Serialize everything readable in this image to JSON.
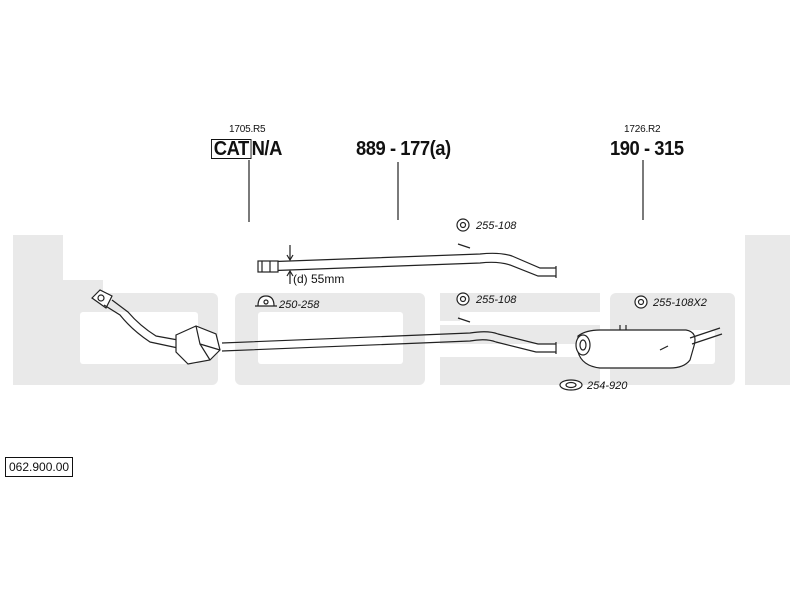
{
  "watermark": {
    "text": "bosal",
    "color": "#e9e9e9"
  },
  "catalog_number": "062.900.00",
  "parts": {
    "front": {
      "ref": "1705.R5",
      "cat_label": "CAT",
      "suffix": "N/A"
    },
    "middle": {
      "number": "889 - 177(a)"
    },
    "rear": {
      "ref": "1726.R2",
      "number": "190 - 315"
    }
  },
  "callouts": {
    "hanger_mid_upper": "255-108",
    "hanger_mid_lower": "255-108",
    "hanger_rear": "255-108X2",
    "clamp_front": "250-258",
    "clamp_rear": "254-920"
  },
  "dimension": {
    "label": "(d) 55mm"
  },
  "icons": {
    "rubber_hanger": "rubber-hanger-icon",
    "pipe_clamp": "pipe-clamp-icon",
    "gasket": "gasket-icon"
  }
}
